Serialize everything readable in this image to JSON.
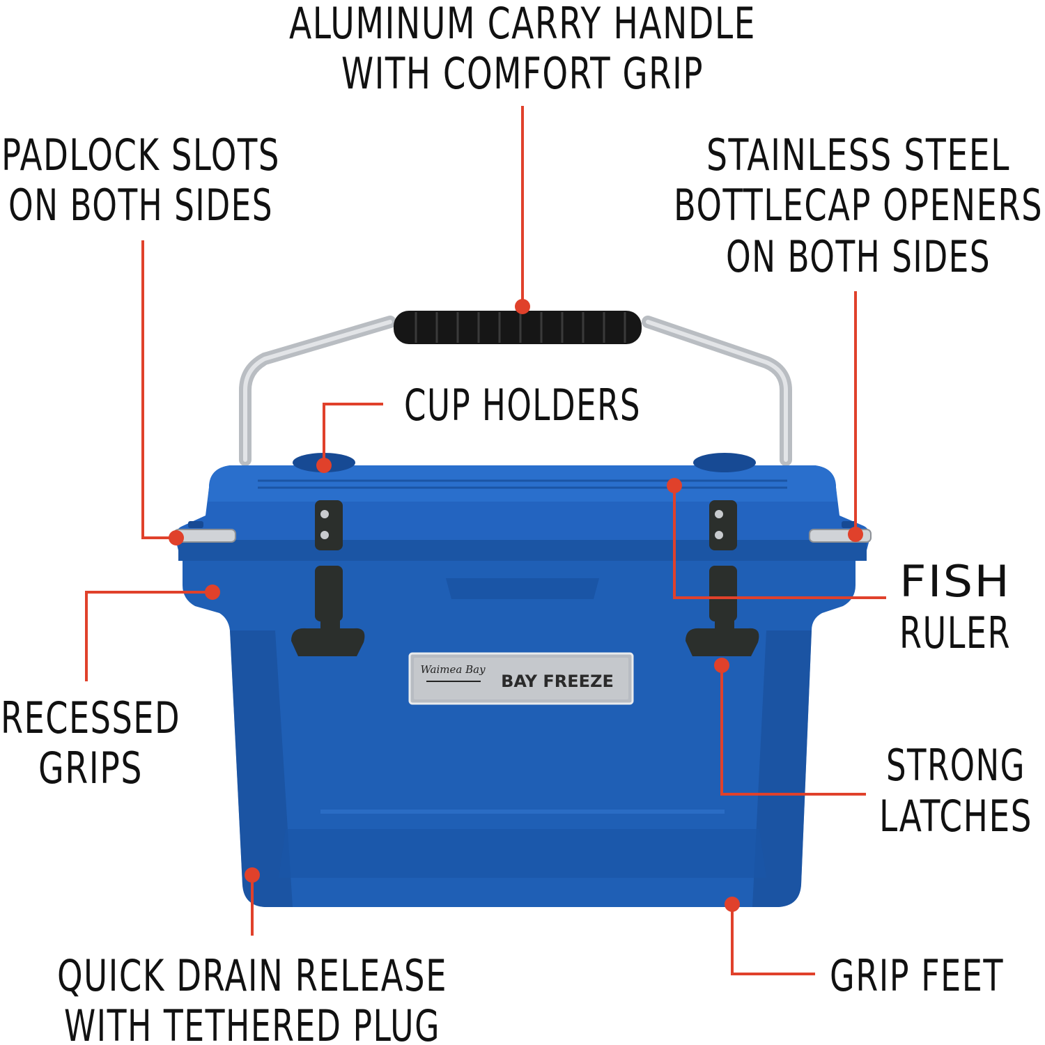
{
  "colors": {
    "accent": "#e0412b",
    "cooler_blue": "#1f5fb5",
    "cooler_blue_dark": "#174a94",
    "latch": "#2b2f2c",
    "handle": "#c9ccd0",
    "grip": "#1a1a1a",
    "badge": "#b8bcc2",
    "text": "#111111"
  },
  "callouts": {
    "handle": {
      "line1": "ALUMINUM CARRY HANDLE",
      "line2": "WITH COMFORT GRIP"
    },
    "padlock": {
      "line1": "PADLOCK SLOTS",
      "line2": "ON BOTH SIDES"
    },
    "bottlecap": {
      "line1": "STAINLESS STEEL",
      "line2": "BOTTLECAP OPENERS",
      "line3": "ON BOTH SIDES"
    },
    "cup_holders": {
      "line1": "CUP HOLDERS"
    },
    "fish_ruler": {
      "line1": "FISH",
      "line2": "RULER"
    },
    "recessed_grips": {
      "line1": "RECESSED",
      "line2": "GRIPS"
    },
    "strong_latches": {
      "line1": "STRONG",
      "line2": "LATCHES"
    },
    "drain": {
      "line1": "QUICK DRAIN RELEASE",
      "line2": "WITH TETHERED PLUG"
    },
    "grip_feet": {
      "line1": "GRIP FEET"
    }
  },
  "badge": {
    "brand_script": "Waimea Bay",
    "product": "BAY FREEZE"
  },
  "icons": {
    "bottle_opener": "bottle-opener-icon",
    "padlock_slot": "padlock-slot-icon"
  }
}
